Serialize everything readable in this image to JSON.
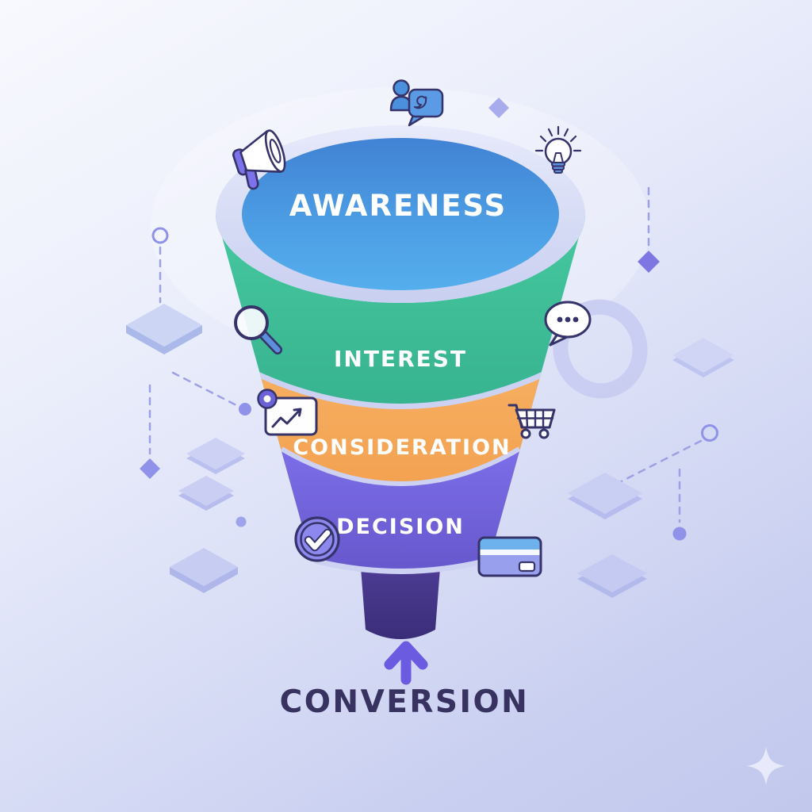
{
  "diagram": {
    "type": "marketing-funnel",
    "stages": [
      {
        "id": "awareness",
        "label": "AWARENESS",
        "color": "#4b9be2"
      },
      {
        "id": "interest",
        "label": "INTEREST",
        "color": "#3bbd95"
      },
      {
        "id": "consideration",
        "label": "CONSIDERATION",
        "color": "#f2a24f"
      },
      {
        "id": "decision",
        "label": "DECISION",
        "color": "#6e60da"
      }
    ],
    "outcome": {
      "label": "CONVERSION",
      "color": "#37325f",
      "arrow_color": "#6a5be0"
    },
    "icons": {
      "awareness": [
        "megaphone-icon",
        "social-media-post-icon",
        "lightbulb-icon"
      ],
      "interest": [
        "magnifying-glass-icon",
        "chat-bubble-icon"
      ],
      "consideration": [
        "growth-chart-icon",
        "shopping-cart-icon"
      ],
      "decision": [
        "check-circle-icon",
        "credit-card-icon"
      ]
    },
    "palette": {
      "background_top": "#f8f9fe",
      "background_bottom": "#c2c8ec",
      "rim": "#dce0f6",
      "separator": "#cdd2f3",
      "spout": "#4a3a92",
      "outline_navy": "#35336a",
      "icon_blue": "#5b9ae4",
      "icon_purple": "#7c73ea",
      "decor_lavender": "#c9cef3",
      "decor_purple": "#8f92e8"
    }
  }
}
